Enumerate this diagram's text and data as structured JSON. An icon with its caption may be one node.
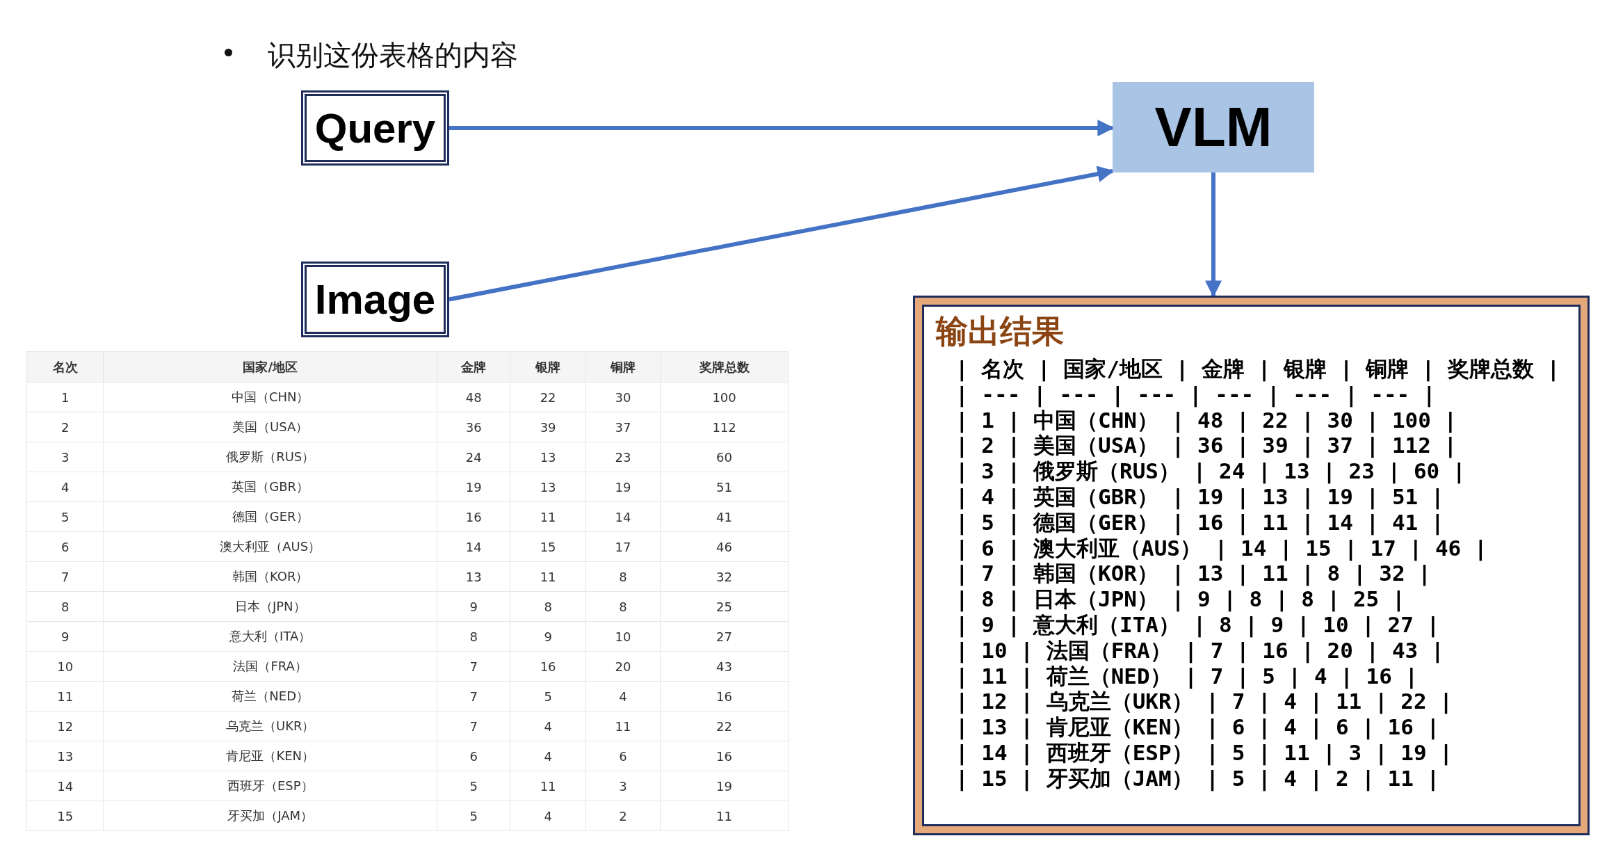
{
  "diagram": {
    "nodes": [
      {
        "text": [
          "Query"
        ]
      },
      {
        "text": [
          "VLM"
        ]
      },
      {
        "text": [
          "Image"
        ]
      },
      {
        "text": [
          "输出结果",
          "| 名次 | 国家/地区 | 金牌 | 银牌 | 铜牌 | 奖牌总数 |",
          "| --- | --- | --- | --- | --- | --- |",
          "| 1 | 中国（CHN） | 48 | 22 | 30 | 100 |",
          "| 2 | 美国（USA） | 36 | 39 | 37 | 112 |",
          "| 3 | 俄罗斯（RUS） | 24 | 13 | 23 | 60 |",
          "| 4 | 英国（GBR） | 19 | 13 | 19 | 51 |",
          "| 5 | 德国（GER） | 16 | 11 | 14 | 41 |",
          "| 6 | 澳大利亚（AUS） | 14 | 15 | 17 | 46 |",
          "| 7 | 韩国（KOR） | 13 | 11 | 8 | 32 |",
          "| 8 | 日本（JPN） | 9 | 8 | 8 | 25 |",
          "| 9 | 意大利（ITA） | 8 | 9 | 10 | 27 |",
          "| 10 | 法国（FRA） | 7 | 16 | 20 | 43 |",
          "| 11 | 荷兰（NED） | 7 | 5 | 4 | 16 |",
          "| 12 | 乌克兰（UKR） | 7 | 4 | 11 | 22 |",
          "| 13 | 肯尼亚（KEN） | 6 | 4 | 6 | 16 |",
          "| 14 | 西班牙（ESP） | 5 | 11 | 3 | 19 |",
          "| 15 | 牙买加（JAM） | 5 | 4 | 2 | 11 |"
        ]
      }
    ],
    "edges": [
      {
        "from": 0,
        "to": 1,
        "arrow": "to"
      },
      {
        "from": 2,
        "to": 1,
        "arrow": "to"
      },
      {
        "from": 1,
        "to": 3,
        "arrow": "to"
      }
    ],
    "labels": [
      "识别这份表格的内容",
      "名次",
      "国家/地区",
      "金牌",
      "银牌",
      "铜牌",
      "奖牌总数",
      "1",
      "中国（CHN）",
      "48",
      "22",
      "30",
      "100",
      "2",
      "美国（USA）",
      "36",
      "39",
      "37",
      "112",
      "3",
      "俄罗斯（RUS）",
      "24",
      "13",
      "23",
      "60",
      "4",
      "英国（GBR）",
      "19",
      "13",
      "19",
      "51",
      "5",
      "德国（GER）",
      "16",
      "11",
      "14",
      "41",
      "6",
      "澳大利亚（AUS）",
      "14",
      "15",
      "17",
      "46",
      "7",
      "韩国（KOR）",
      "13",
      "11",
      "8",
      "32",
      "8",
      "日本（JPN）",
      "9",
      "8",
      "8",
      "25",
      "9",
      "意大利（ITA）",
      "8",
      "9",
      "10",
      "27",
      "10",
      "法国（FRA）",
      "7",
      "16",
      "20",
      "43",
      "11",
      "荷兰（NED）",
      "7",
      "5",
      "4",
      "16",
      "12",
      "乌克兰（UKR）",
      "7",
      "4",
      "11",
      "22",
      "13",
      "肯尼亚（KEN）",
      "6",
      "4",
      "6",
      "16",
      "14",
      "西班牙（ESP）",
      "5",
      "11",
      "3",
      "19",
      "15",
      "牙买加（JAM）",
      "5",
      "4",
      "2",
      "11"
    ]
  }
}
